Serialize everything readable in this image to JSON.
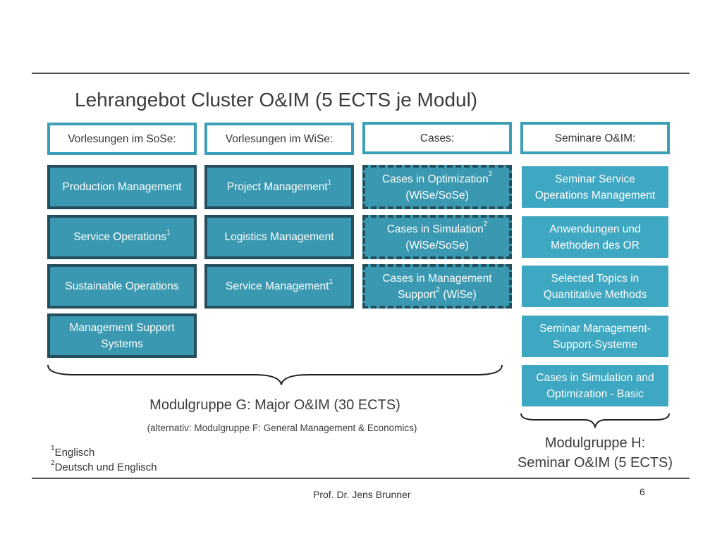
{
  "title": "Lehrangebot Cluster O&IM (5 ECTS je Modul)",
  "columns": [
    {
      "header": "Vorlesungen im SoSe:",
      "items": [
        {
          "label": "Production Management",
          "sup": ""
        },
        {
          "label": "Service Operations",
          "sup": "1"
        },
        {
          "label": "Sustainable Operations",
          "sup": ""
        },
        {
          "label": "Management Support Systems",
          "sup": ""
        }
      ]
    },
    {
      "header": "Vorlesungen im WiSe:",
      "items": [
        {
          "label": "Project Management",
          "sup": "1"
        },
        {
          "label": "Logistics Management",
          "sup": ""
        },
        {
          "label": "Service Management",
          "sup": "1"
        }
      ]
    },
    {
      "header": "Cases:",
      "items": [
        {
          "line1": "Cases in Optimization",
          "sup": "2",
          "line2": "(WiSe/SoSe)"
        },
        {
          "line1": "Cases in Simulation",
          "sup": "2",
          "line2": "(WiSe/SoSe)"
        },
        {
          "line1": "Cases in Management",
          "line2a": "Support",
          "sup": "2",
          "line2b": " (WiSe)"
        }
      ]
    },
    {
      "header": "Seminare O&IM:",
      "items": [
        {
          "line1": "Seminar Service",
          "line2": "Operations Management"
        },
        {
          "line1": "Anwendungen und",
          "line2": "Methoden des OR"
        },
        {
          "line1": "Selected Topics in",
          "line2": "Quantitative Methods"
        },
        {
          "line1": "Seminar Management-",
          "line2": "Support-Systeme"
        },
        {
          "line1": "Cases in Simulation and",
          "line2": "Optimization - Basic"
        }
      ]
    }
  ],
  "group_g": {
    "label": "Modulgruppe G: Major O&IM (30 ECTS)",
    "alternative": "(alternativ: Modulgruppe F: General Management & Economics)"
  },
  "group_h": {
    "line1": "Modulgruppe H:",
    "line2": "Seminar O&IM (5 ECTS)"
  },
  "footnotes": [
    {
      "sup": "1",
      "text": "Englisch"
    },
    {
      "sup": "2",
      "text": "Deutsch und Englisch"
    }
  ],
  "footer": {
    "author": "Prof. Dr. Jens Brunner",
    "page": "6"
  },
  "colors": {
    "header_border": "#3b9fb7",
    "module_fill": "#3a98b1",
    "module_border": "#244e5b",
    "seminar_fill": "#3ea7c2"
  }
}
